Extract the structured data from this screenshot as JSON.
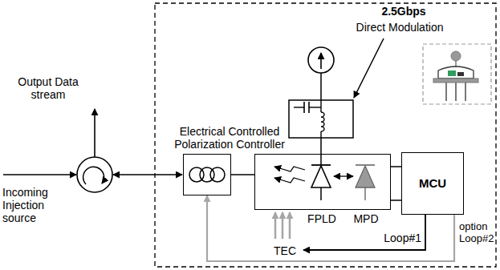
{
  "diagram": {
    "nodes": [
      {
        "text": [
          "Electrical Controlled Polarization Controller"
        ]
      },
      {
        "text": [
          "FPLD",
          "MPD"
        ]
      },
      {
        "text": [
          "MCU"
        ]
      }
    ],
    "edges": [
      {
        "from": 0,
        "to": 1,
        "arrow": "none"
      },
      {
        "from": 1,
        "to": 2,
        "arrow": "none"
      },
      {
        "from": 2,
        "to": 0,
        "arrow": "to"
      }
    ],
    "labels": [
      "Incoming Injection source",
      "Output Data stream",
      "2.5Gbps",
      "Direct Modulation",
      "TEC",
      "Loop#1",
      "option Loop#2"
    ]
  }
}
